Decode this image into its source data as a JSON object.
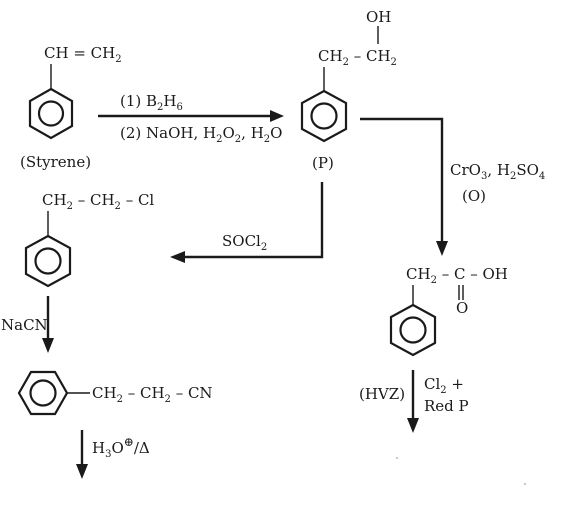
{
  "styrene": {
    "substituent": "CH = CH",
    "substituent_sub": "2",
    "label": "(Styrene)"
  },
  "hydroboration": {
    "step1": "(1) B",
    "step1_sub1": "2",
    "step1_mid": "H",
    "step1_sub2": "6",
    "step2": "(2) NaOH, H",
    "step2_sub1": "2",
    "step2_mid": "O",
    "step2_sub2": "2",
    "step2_tail": ", H",
    "step2_sub3": "2",
    "step2_end": "O"
  },
  "product_p": {
    "oh": "OH",
    "chain_a": "CH",
    "chain_a_sub": "2",
    "chain_dash": " – CH",
    "chain_b_sub": "2",
    "label": "(P)"
  },
  "oxidation": {
    "reagent_a": "CrO",
    "reagent_a_sub": "3",
    "reagent_b": ", H",
    "reagent_b_sub": "2",
    "reagent_c": "SO",
    "reagent_c_sub": "4",
    "label": "(O)"
  },
  "chlorination": {
    "reagent": "SOCl",
    "reagent_sub": "2"
  },
  "chloride": {
    "p1": "CH",
    "s1": "2",
    "p2": " – CH",
    "s2": "2",
    "p3": " – Cl"
  },
  "cyanide_step": {
    "reagent": "NaCN"
  },
  "nitrile": {
    "p1": "CH",
    "s1": "2",
    "p2": " – CH",
    "s2": "2",
    "p3": " – CN"
  },
  "hydrolysis": {
    "p1": "H",
    "s1": "3",
    "p2": "O",
    "charge": "⊕",
    "p3": "/Δ"
  },
  "acid": {
    "p1": "CH",
    "s1": "2",
    "p2": " – C – OH",
    "carbonyl_o": "O"
  },
  "hvz": {
    "label": "(HVZ)",
    "line1": "Cl",
    "line1_sub": "2",
    "line1_plus": " +",
    "line2": "Red P"
  }
}
